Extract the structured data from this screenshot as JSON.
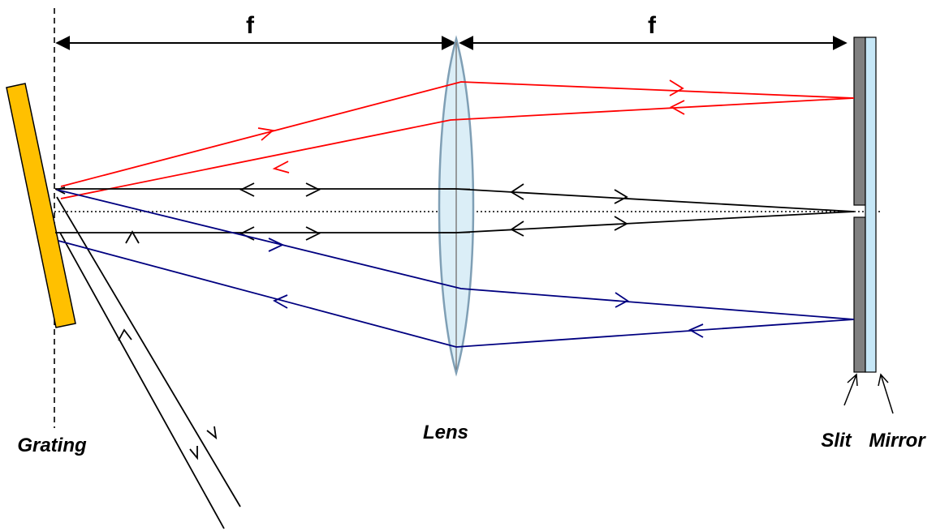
{
  "labels": {
    "focal_left": "f",
    "focal_right": "f",
    "grating": "Grating",
    "lens": "Lens",
    "slit": "Slit",
    "mirror": "Mirror"
  },
  "colors": {
    "red_ray": "#ff0000",
    "black_ray": "#000000",
    "blue_ray": "#000080",
    "grating_fill": "#ffc000",
    "lens_fill": "#dbeef7",
    "lens_stroke": "#7f9fb5",
    "slit_fill": "#808080",
    "mirror_fill": "#c6e7f7"
  }
}
